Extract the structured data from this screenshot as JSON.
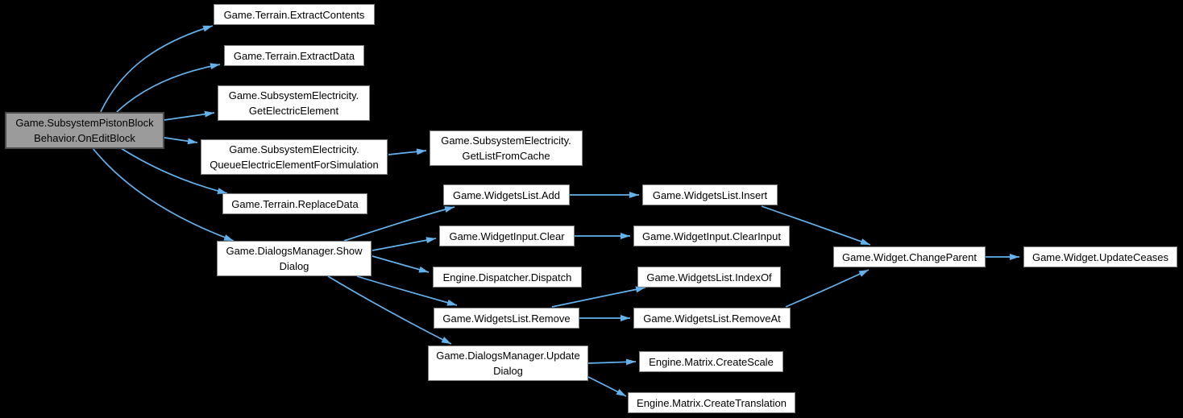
{
  "diagram": {
    "type": "call-graph",
    "background_color": "#000000",
    "edge_color": "#63b2ed",
    "node_fill": "#ffffff",
    "node_border_color": "#7f7f7f",
    "root_node_fill": "#9b9b9b",
    "root_node_border_color": "#4c4c4c",
    "text_color": "#000000"
  },
  "nodes": [
    {
      "id": "root",
      "label": "Game.SubsystemPistonBlock\nBehavior.OnEditBlock"
    },
    {
      "id": "extract-contents",
      "label": "Game.Terrain.ExtractContents"
    },
    {
      "id": "extract-data",
      "label": "Game.Terrain.ExtractData"
    },
    {
      "id": "get-electric-element",
      "label": "Game.SubsystemElectricity.\nGetElectricElement"
    },
    {
      "id": "queue-electric-element-for-simulation",
      "label": "Game.SubsystemElectricity.\nQueueElectricElementForSimulation"
    },
    {
      "id": "replace-data",
      "label": "Game.Terrain.ReplaceData"
    },
    {
      "id": "show-dialog",
      "label": "Game.DialogsManager.Show\nDialog"
    },
    {
      "id": "get-list-from-cache",
      "label": "Game.SubsystemElectricity.\nGetListFromCache"
    },
    {
      "id": "widgets-list-add",
      "label": "Game.WidgetsList.Add"
    },
    {
      "id": "widget-input-clear",
      "label": "Game.WidgetInput.Clear"
    },
    {
      "id": "dispatcher-dispatch",
      "label": "Engine.Dispatcher.Dispatch"
    },
    {
      "id": "widgets-list-remove",
      "label": "Game.WidgetsList.Remove"
    },
    {
      "id": "update-dialog",
      "label": "Game.DialogsManager.Update\nDialog"
    },
    {
      "id": "widgets-list-insert",
      "label": "Game.WidgetsList.Insert"
    },
    {
      "id": "widget-input-clear-input",
      "label": "Game.WidgetInput.ClearInput"
    },
    {
      "id": "widgets-list-index-of",
      "label": "Game.WidgetsList.IndexOf"
    },
    {
      "id": "widgets-list-remove-at",
      "label": "Game.WidgetsList.RemoveAt"
    },
    {
      "id": "matrix-create-scale",
      "label": "Engine.Matrix.CreateScale"
    },
    {
      "id": "matrix-create-translation",
      "label": "Engine.Matrix.CreateTranslation"
    },
    {
      "id": "widget-change-parent",
      "label": "Game.Widget.ChangeParent"
    },
    {
      "id": "widget-update-ceases",
      "label": "Game.Widget.UpdateCeases"
    }
  ],
  "edges": [
    {
      "from": "root",
      "to": "extract-contents"
    },
    {
      "from": "root",
      "to": "extract-data"
    },
    {
      "from": "root",
      "to": "get-electric-element"
    },
    {
      "from": "root",
      "to": "queue-electric-element-for-simulation"
    },
    {
      "from": "root",
      "to": "replace-data"
    },
    {
      "from": "root",
      "to": "show-dialog"
    },
    {
      "from": "queue-electric-element-for-simulation",
      "to": "get-list-from-cache"
    },
    {
      "from": "show-dialog",
      "to": "widgets-list-add"
    },
    {
      "from": "show-dialog",
      "to": "widget-input-clear"
    },
    {
      "from": "show-dialog",
      "to": "dispatcher-dispatch"
    },
    {
      "from": "show-dialog",
      "to": "widgets-list-remove"
    },
    {
      "from": "show-dialog",
      "to": "update-dialog"
    },
    {
      "from": "widgets-list-add",
      "to": "widgets-list-insert"
    },
    {
      "from": "widget-input-clear",
      "to": "widget-input-clear-input"
    },
    {
      "from": "widgets-list-remove",
      "to": "widgets-list-index-of"
    },
    {
      "from": "widgets-list-remove",
      "to": "widgets-list-remove-at"
    },
    {
      "from": "update-dialog",
      "to": "matrix-create-scale"
    },
    {
      "from": "update-dialog",
      "to": "matrix-create-translation"
    },
    {
      "from": "widgets-list-insert",
      "to": "widget-change-parent"
    },
    {
      "from": "widgets-list-remove-at",
      "to": "widget-change-parent"
    },
    {
      "from": "widget-change-parent",
      "to": "widget-update-ceases"
    }
  ]
}
